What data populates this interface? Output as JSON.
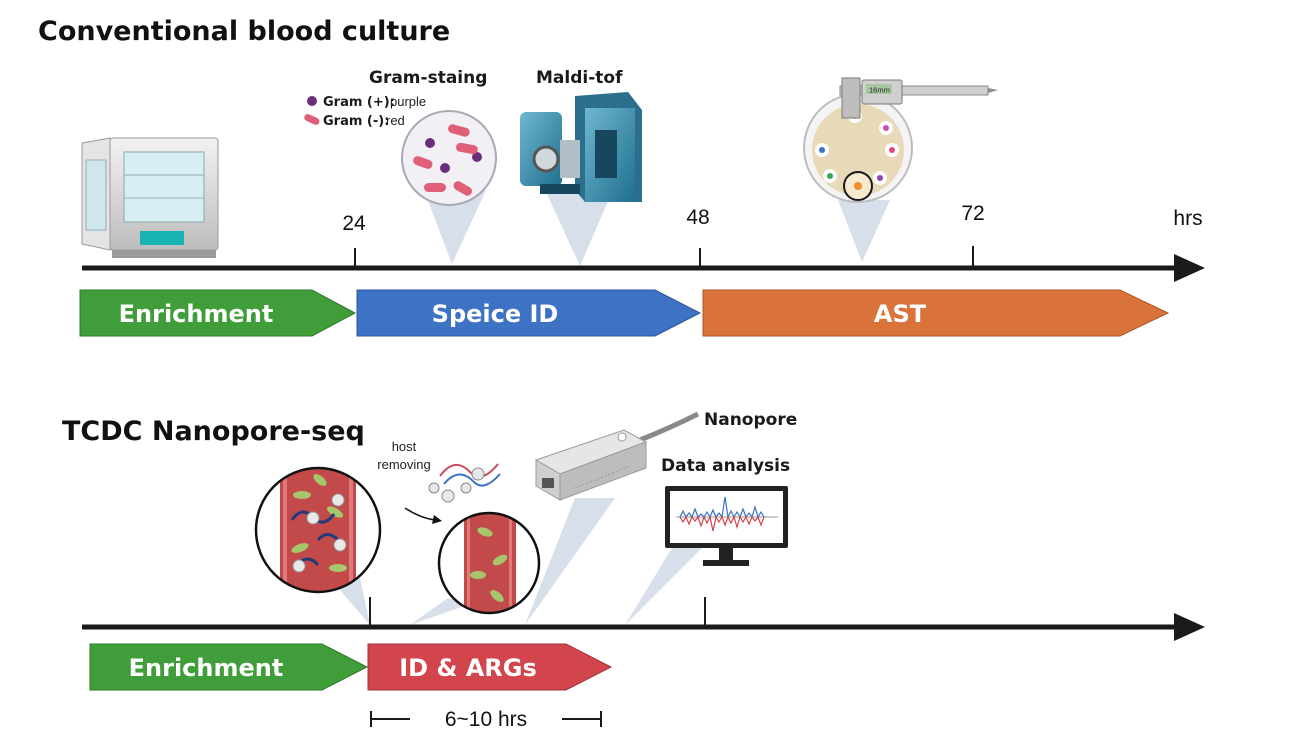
{
  "conventional": {
    "title": "Conventional blood culture",
    "axis_unit": "hrs",
    "ticks": [
      "24",
      "48",
      "72"
    ],
    "phases": [
      "Enrichment",
      "Speice ID",
      "AST"
    ],
    "gram_title": "Gram-staing",
    "gram_pos_label": "Gram (+):",
    "gram_pos_value": "purple",
    "gram_neg_label": "Gram (-):",
    "gram_neg_value": "red",
    "maldi_label": "Maldi-tof",
    "caliper_reading": "16mm"
  },
  "nanopore": {
    "title": "TCDC Nanopore-seq",
    "host_removing": [
      "host",
      "removing"
    ],
    "nanopore_label": "Nanopore",
    "data_analysis_label": "Data analysis",
    "phases": [
      "Enrichment",
      "ID & ARGs"
    ],
    "duration": "6~10 hrs"
  },
  "colors": {
    "enrichment": "#3f9e3a",
    "species_id": "#3d72c4",
    "ast": "#d9733a",
    "id_args": "#d2454d",
    "axis": "#1a1a1a"
  },
  "icons": [
    "incubator-icon",
    "gram-stain-circle-icon",
    "maldi-tof-instrument-icon",
    "petri-dish-caliper-icon",
    "blood-vessel-bacteria-icon",
    "host-dna-removal-icon",
    "nanopore-sequencer-icon",
    "monitor-data-icon"
  ]
}
